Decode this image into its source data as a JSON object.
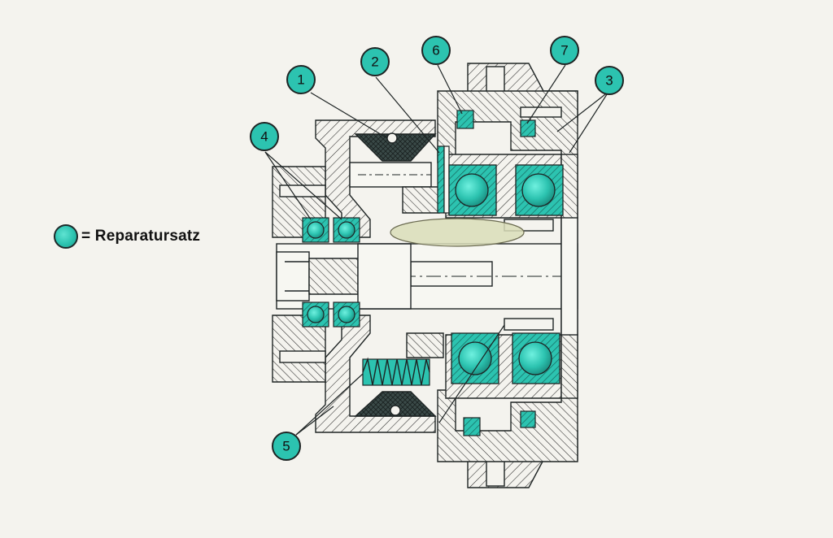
{
  "legend": {
    "label": "= Reparatursatz",
    "swatch_color": "#2cc3b0"
  },
  "callouts": [
    {
      "id": "1",
      "label": "1"
    },
    {
      "id": "2",
      "label": "2"
    },
    {
      "id": "3",
      "label": "3"
    },
    {
      "id": "4",
      "label": "4"
    },
    {
      "id": "5",
      "label": "5"
    },
    {
      "id": "6",
      "label": "6"
    },
    {
      "id": "7",
      "label": "7"
    }
  ],
  "colors": {
    "background": "#f4f3ee",
    "teal": "#2cc3b0",
    "ink": "#1e2424",
    "oval": "#d9ddb8"
  }
}
